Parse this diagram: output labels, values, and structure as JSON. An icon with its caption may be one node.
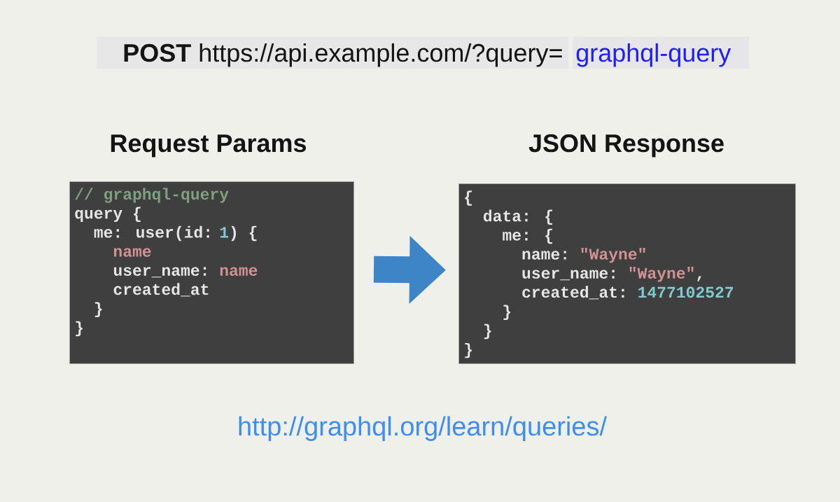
{
  "diagram": {
    "nodes": [
      {
        "text": [
          "**POST** https://api.example.com/?query="
        ]
      },
      {
        "text": [
          "graphql-query"
        ]
      },
      {
        "text": [
          "Request Params",
          "// graphql-query",
          "query {",
          "me: user(id:",
          "1",
          ") {",
          "name",
          "user_name:",
          "name",
          "created_at",
          "}",
          "}"
        ]
      },
      {
        "text": [
          "JSON Response",
          "{",
          "data: {",
          "me: {",
          "name:",
          "\"Wayne\"",
          "user_name:",
          "\"Wayne\"",
          ",",
          "created_at:",
          "1477102527",
          "}",
          "}",
          "}"
        ]
      }
    ],
    "edges": [
      {
        "from": 2,
        "to": 3,
        "arrow": "to"
      }
    ],
    "labels": [
      "http://graphql.org/learn/queries/"
    ]
  }
}
